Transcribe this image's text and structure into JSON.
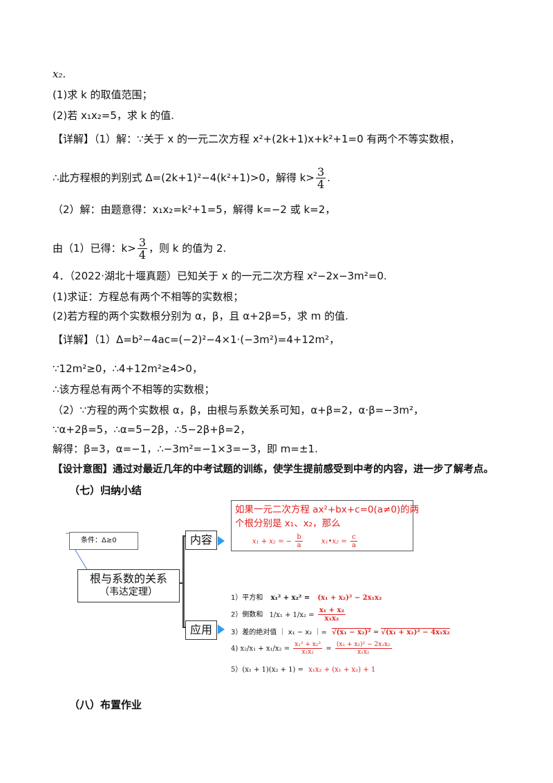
{
  "lines": {
    "l0": "x₂.",
    "l1": "(1)求 k 的取值范围；",
    "l2": "(2)若 x₁x₂=5，求 k 的值.",
    "l3_a": "【详解】（1）解：∵关于 x 的一元二次方程 x²+(2k+1)x+k²+1=0 有两个不等实数根，",
    "l4_a": "∴此方程根的判别式 Δ=(2k+1)²−4(k²+1)>0，解得 k>",
    "l4_n": "3",
    "l4_d": "4",
    "l4_b": ".",
    "l5": "（2）解：由题意得：x₁x₂=k²+1=5，解得 k=−2 或 k=2，",
    "l6_a": "由（1）已得：k>",
    "l6_n": "3",
    "l6_d": "4",
    "l6_b": "，则 k 的值为 2.",
    "l7": "4．（2022·湖北十堰真题）已知关于 x 的一元二次方程 x²−2x−3m²=0.",
    "l8": "(1)求证：方程总有两个不相等的实数根；",
    "l9": "(2)若方程的两个实数根分别为 α，β，且 α+2β=5，求 m 的值.",
    "l10": "【详解】（1）Δ=b²−4ac=(−2)²−4×1·(−3m²)=4+12m²，",
    "l11": "∵12m²≥0，∴4+12m²≥4>0，",
    "l12": "∴该方程总有两个不相等的实数根；",
    "l13": "（2）∵方程的两个实数根 α，β，由根与系数关系可知，α+β=2，α·β=−3m²，",
    "l14": "∵α+2β=5，∴α=5−2β，∴5−2β+β=2，",
    "l15": "解得：β=3，α=−1，∴−3m²=−1×3=−3，即 m=±1.",
    "l16": "【设计意图】通过对最近几年的中考试题的训练，使学生提前感受到中考的内容，进一步了解考点。"
  },
  "sections": {
    "s7": "（七）归纳小结",
    "s8": "（八）布置作业"
  },
  "diagram": {
    "condition": "条件：Δ≥0",
    "root_line1": "根与系数的关系",
    "root_line2": "（韦达定理）",
    "content_label": "内容",
    "apply_label": "应用",
    "content_text1": "如果一元二次方程 ax²+bx+c=0(a≠0)的两",
    "content_text2": "个根分别是 x₁、x₂，那么",
    "sum_lhs": "x₁ + x₂ = −",
    "sum_num": "b",
    "sum_den": "a",
    "prod_lhs": "x₁•x₂ =",
    "prod_num": "c",
    "prod_den": "a",
    "app1_label": "1）平方和",
    "app1_lhs": "x₁² + x₂² =",
    "app1_rhs": "(x₁ + x₂)² − 2x₁x₂",
    "app2_label": "2）倒数和",
    "app2_lhs": "1/x₁ + 1/x₂ =",
    "app2_num": "x₁ + x₂",
    "app2_den": "x₁x₂",
    "app3_label": "3）差的绝对值 ｜ x₁ − x₂ ｜=",
    "app3_rhs1": "√(x₁ − x₂)²",
    "app3_eq": "=",
    "app3_rhs2": "√(x₁ + x₂)² − 4x₁x₂",
    "app4_label": "4) x₂/x₁ + x₁/x₂ =",
    "app4_n1": "x₁² + x₂²",
    "app4_d1": "x₁x₂",
    "app4_eq": "=",
    "app4_n2": "(x₁ + x₂)² − 2x₁x₂",
    "app4_d2": "x₁x₂",
    "app5_label": "5）(x₁ + 1)(x₂ + 1) =",
    "app5_rhs": "x₁x₂ + (x₁ + x₂) + 1"
  },
  "colors": {
    "accent_red": "#e02020",
    "arrow_blue": "#2a9df4"
  }
}
